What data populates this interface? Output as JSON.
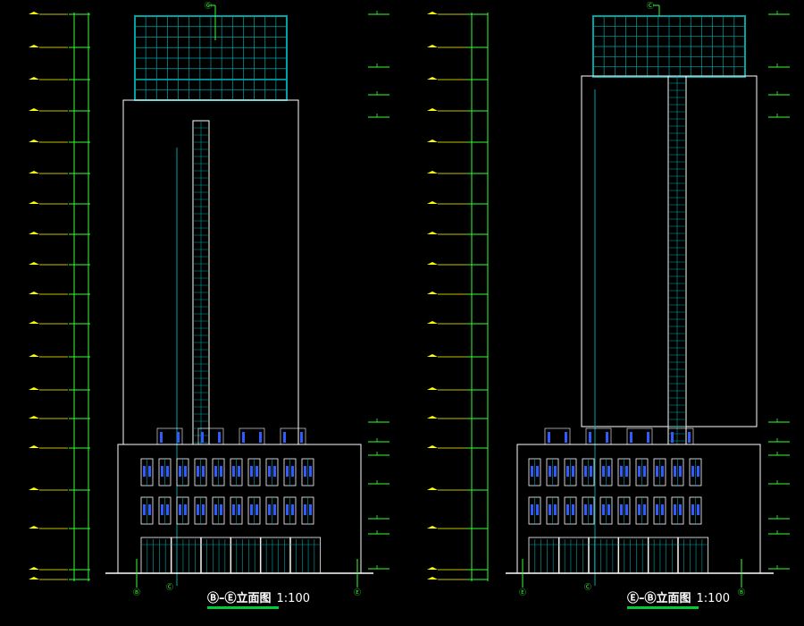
{
  "drawings": [
    {
      "title": "Ⓑ–Ⓔ立面图",
      "scale": "1:100",
      "axes": {
        "left": "Ⓑ",
        "center": "Ⓒ",
        "right": "Ⓔ",
        "top": "Ⓒ"
      }
    },
    {
      "title": "Ⓔ–Ⓑ立面图",
      "scale": "1:100",
      "axes": {
        "left": "Ⓔ",
        "center": "Ⓒ",
        "right": "Ⓑ",
        "top": "Ⓒ"
      }
    }
  ],
  "colors": {
    "background": "#000000",
    "outline": "#ffffff",
    "glazing": "#00a3a3",
    "window_blue": "#2f5cff",
    "dimension": "#33ff33",
    "level_mark": "#ffff00",
    "title_underline": "#00cc33"
  }
}
